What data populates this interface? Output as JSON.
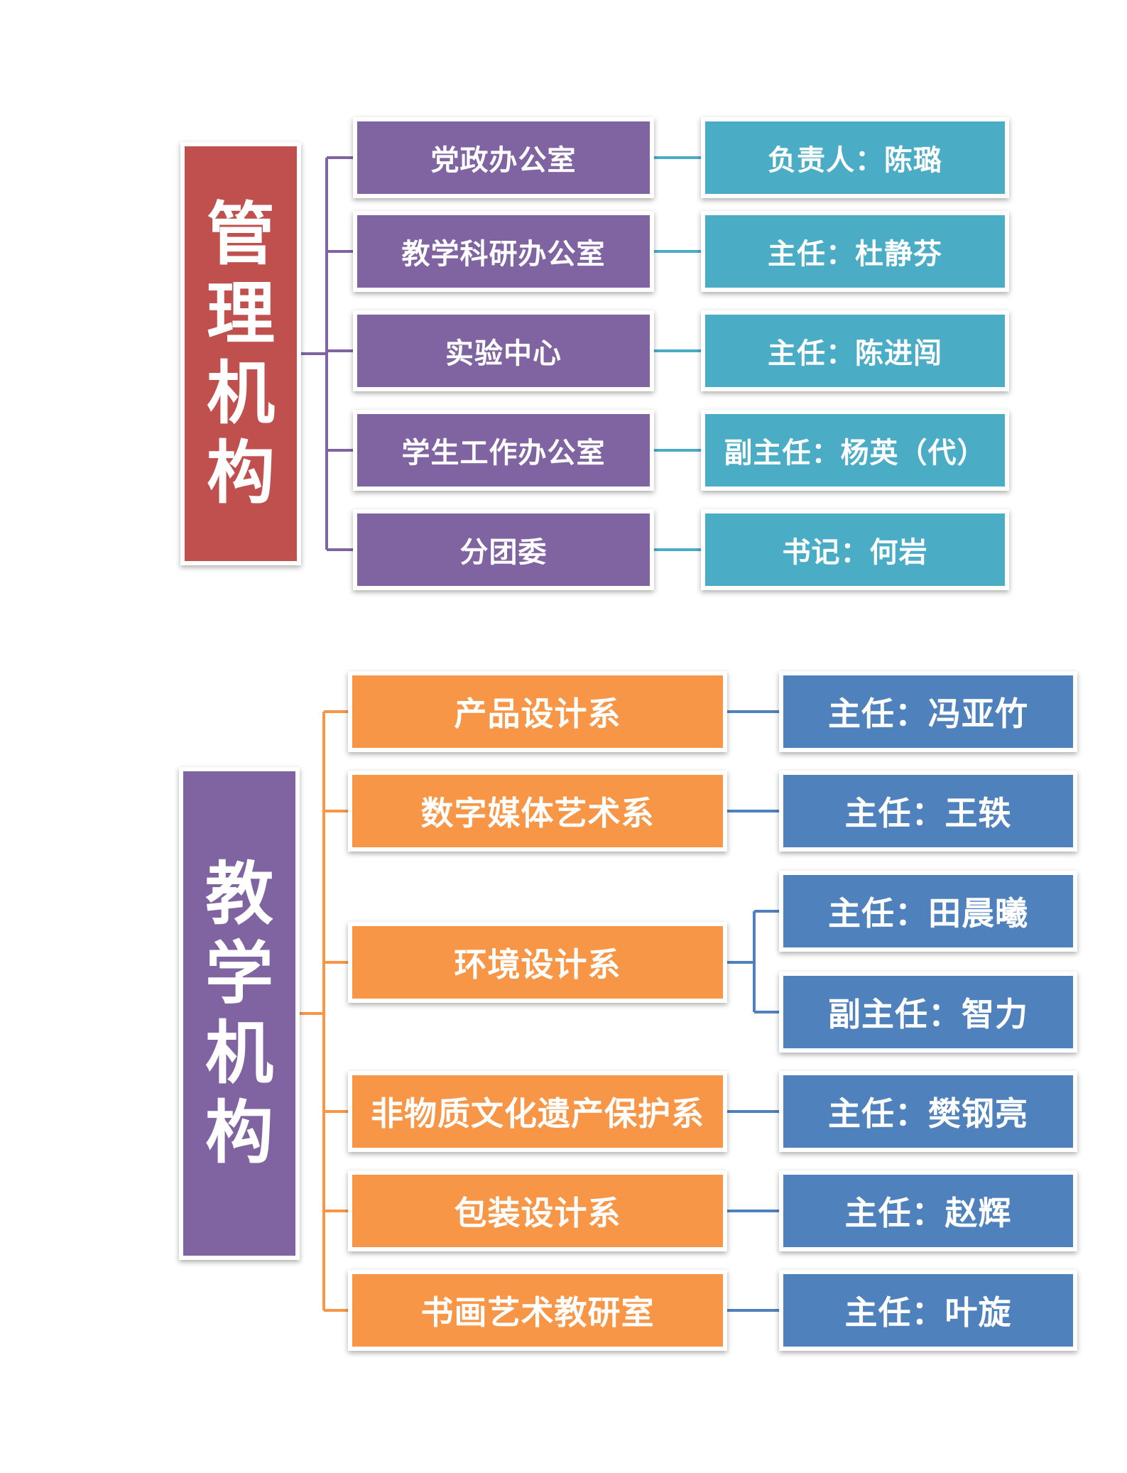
{
  "colors": {
    "admin_root": "#c0504d",
    "admin_dept": "#8064a2",
    "admin_head": "#4bacc6",
    "teach_root": "#8064a2",
    "teach_dept": "#f79646",
    "teach_head": "#4f81bd"
  },
  "admin": {
    "root_chars": [
      "管",
      "理",
      "机",
      "构"
    ],
    "units": [
      {
        "name": "党政办公室",
        "heads": [
          "负责人：陈璐"
        ]
      },
      {
        "name": "教学科研办公室",
        "heads": [
          "主任：杜静芬"
        ]
      },
      {
        "name": "实验中心",
        "heads": [
          "主任：陈进闯"
        ]
      },
      {
        "name": "学生工作办公室",
        "heads": [
          "副主任：杨英（代）"
        ]
      },
      {
        "name": "分团委",
        "heads": [
          "书记：何岩"
        ]
      }
    ]
  },
  "teaching": {
    "root_chars": [
      "教",
      "学",
      "机",
      "构"
    ],
    "units": [
      {
        "name": "产品设计系",
        "heads": [
          "主任：冯亚竹"
        ]
      },
      {
        "name": "数字媒体艺术系",
        "heads": [
          "主任：王轶"
        ]
      },
      {
        "name": "环境设计系",
        "heads": [
          "主任：田晨曦",
          "副主任：智力"
        ]
      },
      {
        "name": "非物质文化遗产保护系",
        "heads": [
          "主任：樊钢亮"
        ]
      },
      {
        "name": "包装设计系",
        "heads": [
          "主任：赵辉"
        ]
      },
      {
        "name": "书画艺术教研室",
        "heads": [
          "主任：叶旋"
        ]
      }
    ]
  }
}
